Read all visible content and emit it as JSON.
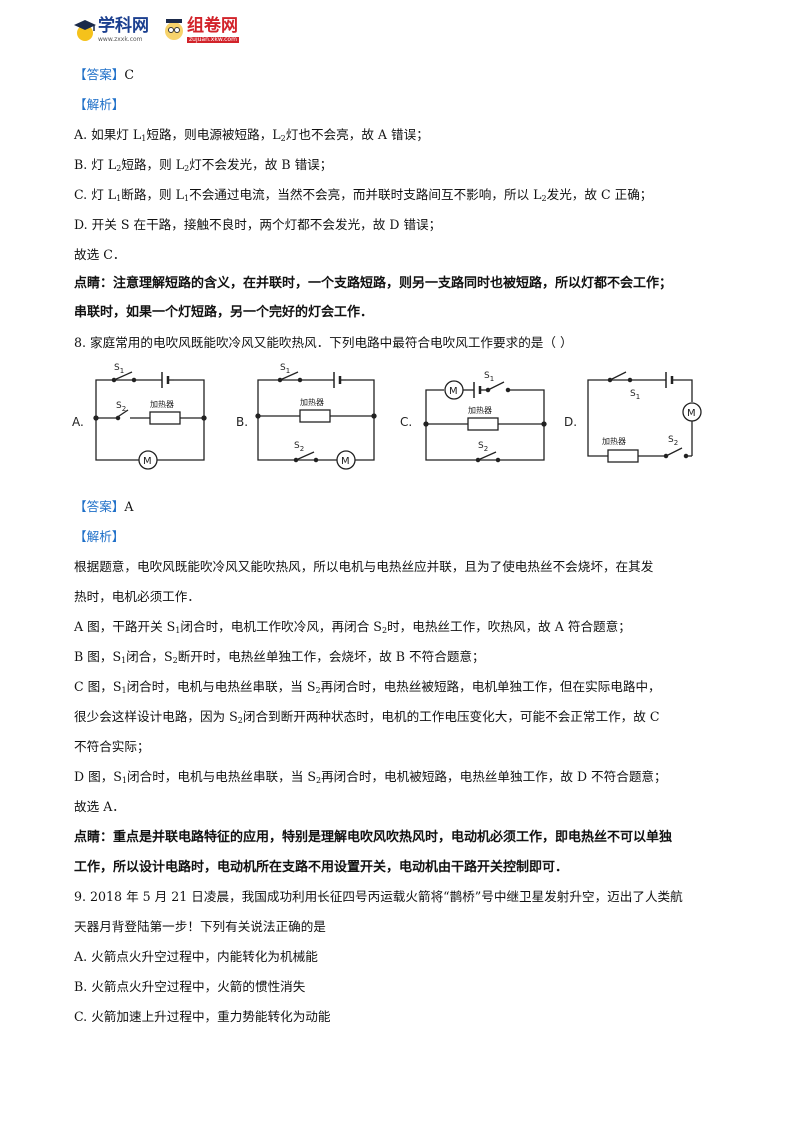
{
  "header": {
    "logo1_main": "学科网",
    "logo1_sub": "www.zxxk.com",
    "logo2_main": "组卷网",
    "logo2_sub": "zujuan.xkw.com"
  },
  "q7": {
    "answer_tag": "【答案】",
    "answer": "C",
    "analysis_tag": "【解析】",
    "a_1": "A. 如果灯 L",
    "a_2": "1",
    "a_3": "短路，则电源被短路，L",
    "a_4": "2",
    "a_5": "灯也不会亮，故 A 错误；",
    "b_1": "B. 灯 L",
    "b_2": "2",
    "b_3": "短路，则 L",
    "b_4": "2",
    "b_5": "灯不会发光，故 B 错误；",
    "c_1": "C. 灯 L",
    "c_2": "1",
    "c_3": "断路，则 L",
    "c_4": "1",
    "c_5": "不会通过电流，当然不会亮，而并联时支路间互不影响，所以 L",
    "c_6": "2",
    "c_7": "发光，故 C 正确；",
    "d": "D. 开关 S 在干路，接触不良时，两个灯都不会发光，故 D 错误；",
    "choose": "故选 C．",
    "tip1": "点睛：注意理解短路的含义，在并联时，一个支路短路，则另一支路同时也被短路，所以灯都不会工作；",
    "tip2": "串联时，如果一个灯短路，另一个完好的灯会工作．"
  },
  "q8": {
    "question": "8. 家庭常用的电吹风既能吹冷风又能吹热风．下列电路中最符合电吹风工作要求的是（    ）",
    "diagram": {
      "label_a": "A.",
      "label_b": "B.",
      "label_c": "C.",
      "label_d": "D.",
      "heater": "加热器",
      "motor": "M",
      "s": "S",
      "s1_sub": "1",
      "s2_sub": "2"
    },
    "answer_tag": "【答案】",
    "answer": "A",
    "analysis_tag": "【解析】",
    "p1": "根据题意，电吹风既能吹冷风又能吹热风，所以电机与电热丝应并联，且为了使电热丝不会烧坏，在其发",
    "p2": "热时，电机必须工作．",
    "a_1": "A 图，干路开关 S",
    "a_2": "1",
    "a_3": "闭合时，电机工作吹冷风，再闭合 S",
    "a_4": "2",
    "a_5": "时，电热丝工作，吹热风，故 A 符合题意；",
    "b_1": "B 图，S",
    "b_2": "1",
    "b_3": "闭合，S",
    "b_4": "2",
    "b_5": "断开时，电热丝单独工作，会烧坏，故 B 不符合题意；",
    "c_1": "C 图，S",
    "c_2": "1",
    "c_3": "闭合时，电机与电热丝串联，当 S",
    "c_4": "2",
    "c_5": "再闭合时，电热丝被短路，电机单独工作，但在实际电路中，",
    "c_6": "很少会这样设计电路，因为 S",
    "c_7": "2",
    "c_8": "闭合到断开两种状态时，电机的工作电压变化大，可能不会正常工作，故 C",
    "c_9": "不符合实际；",
    "d_1": "D 图，S",
    "d_2": "1",
    "d_3": "闭合时，电机与电热丝串联，当 S",
    "d_4": "2",
    "d_5": "再闭合时，电机被短路，电热丝单独工作，故 D 不符合题意；",
    "choose": "故选 A．",
    "tip1": "点睛：重点是并联电路特征的应用，特别是理解电吹风吹热风时，电动机必须工作，即电热丝不可以单独",
    "tip2": "工作，所以设计电路时，电动机所在支路不用设置开关，电动机由干路开关控制即可．"
  },
  "q9": {
    "q1": "9. 2018 年 5 月 21 日凌晨，我国成功利用长征四号丙运载火箭将“鹊桥”号中继卫星发射升空，迈出了人类航",
    "q2": "天器月背登陆第一步！下列有关说法正确的是",
    "a": "A. 火箭点火升空过程中，内能转化为机械能",
    "b": "B. 火箭点火升空过程中，火箭的惯性消失",
    "c": "C. 火箭加速上升过程中，重力势能转化为动能"
  }
}
